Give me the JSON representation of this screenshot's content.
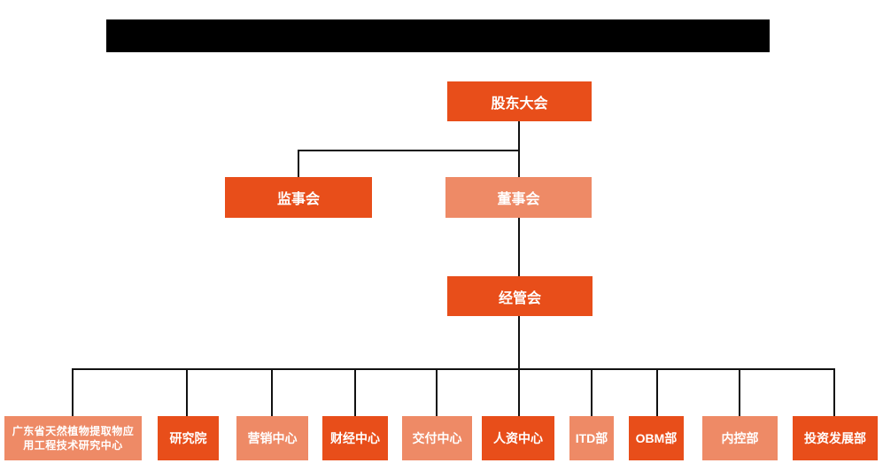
{
  "header": {
    "redacted_title_bar": true,
    "bar_color": "#000000"
  },
  "colors": {
    "primary": "#e84e1a",
    "secondary": "#ee8a66",
    "line": "#111111",
    "text": "#ffffff",
    "background": "#ffffff",
    "bar": "#000000"
  },
  "org_chart": {
    "level1": {
      "label": "股东大会"
    },
    "level2": {
      "supervisory_board": {
        "label": "监事会"
      },
      "board_of_directors": {
        "label": "董事会"
      }
    },
    "level3": {
      "label": "经管会"
    },
    "departments": [
      {
        "label": "广东省天然植物提取物应用工程技术研究中心"
      },
      {
        "label": "研究院"
      },
      {
        "label": "营销中心"
      },
      {
        "label": "财经中心"
      },
      {
        "label": "交付中心"
      },
      {
        "label": "人资中心"
      },
      {
        "label": "ITD部"
      },
      {
        "label": "OBM部"
      },
      {
        "label": "内控部"
      },
      {
        "label": "投资发展部"
      }
    ]
  }
}
